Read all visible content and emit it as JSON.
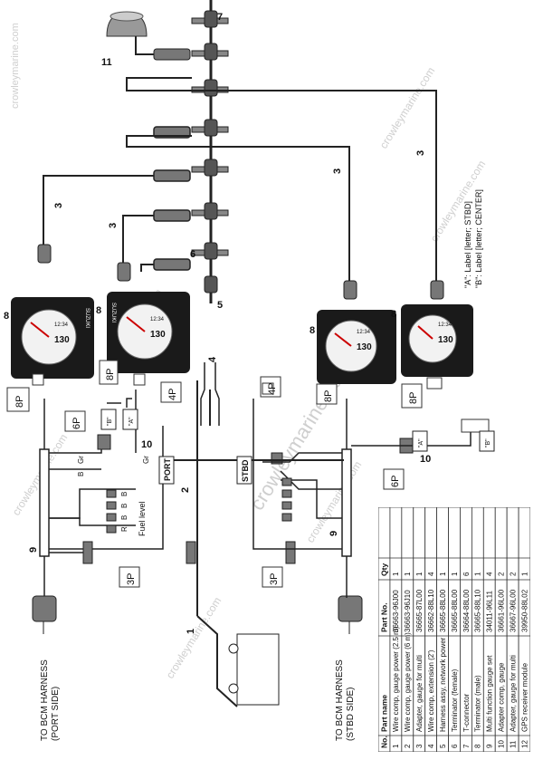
{
  "watermark": "crowleymarine.com",
  "callouts": [
    "1",
    "2",
    "3",
    "4",
    "5",
    "6",
    "7",
    "8",
    "9",
    "10",
    "11"
  ],
  "connector_labels": [
    "8P",
    "6P",
    "4P",
    "3P"
  ],
  "harness_tags": [
    "PORT",
    "STBD"
  ],
  "wire_colors": [
    "Gr",
    "B"
  ],
  "fuel_pins": [
    "B",
    "B",
    "B",
    "R"
  ],
  "fuel_level": "Fuel level",
  "harness_port": [
    "TO BCM HARNESS",
    "(PORT SIDE)"
  ],
  "harness_stbd": [
    "TO BCM HARNESS",
    "(STBD SIDE)"
  ],
  "legend_notes": [
    "\"A\": Label [letter; STBD]",
    "\"B\": Label [letter; CENTER]"
  ],
  "label_tags": [
    "\"A\"",
    "\"B\""
  ],
  "gauge": {
    "brand": "SUZUKI",
    "value": "130",
    "time": "12:34"
  },
  "parts_table": {
    "headers": [
      "No.",
      "Part name",
      "Part No.",
      "Qty"
    ],
    "rows": [
      [
        "1",
        "Wire comp, gauge power (2.5 m)",
        "36663-96J00",
        "1"
      ],
      [
        "2",
        "Wire comp, gauge power (6 m)",
        "36663-96J10",
        "1"
      ],
      [
        "3",
        "Adapter, gauge for multi",
        "36665-87L00",
        "1"
      ],
      [
        "4",
        "Wire comp, extension (2')",
        "36662-88L10",
        "4"
      ],
      [
        "5",
        "Harness assy, network power",
        "36665-88L00",
        "1"
      ],
      [
        "6",
        "Terminator (female)",
        "36665-88L00",
        "1"
      ],
      [
        "7",
        "T-connector",
        "36664-88L00",
        "6"
      ],
      [
        "8",
        "Terminator (male)",
        "36665-88L10",
        "1"
      ],
      [
        "9",
        "Multi function gauge set",
        "34011-96L11",
        "4"
      ],
      [
        "10",
        "Adapter comp, gauge",
        "36661-96L00",
        "2"
      ],
      [
        "11",
        "Adapter, gauge for multi",
        "36667-96L00",
        "2"
      ],
      [
        "12",
        "GPS receiver module",
        "39950-88L02",
        "1"
      ]
    ]
  }
}
